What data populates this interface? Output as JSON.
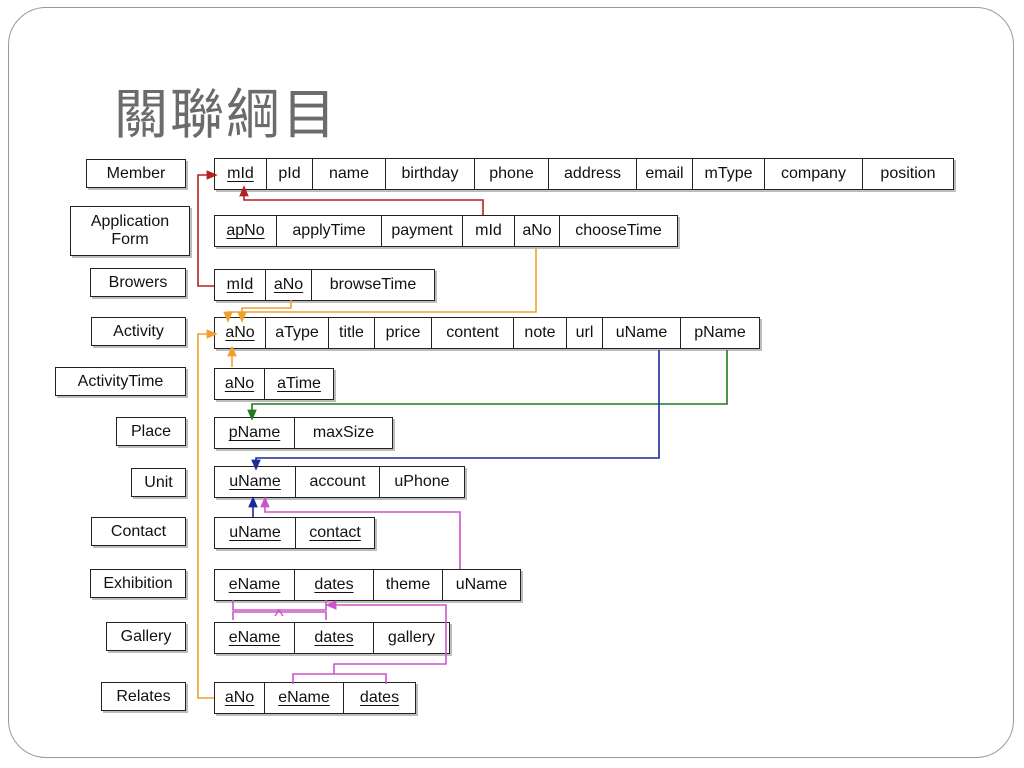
{
  "slide": {
    "title": "關聯綱目"
  },
  "entities": [
    {
      "id": "member",
      "label": "Member"
    },
    {
      "id": "application-form",
      "label": "Application\nForm"
    },
    {
      "id": "browers",
      "label": "Browers"
    },
    {
      "id": "activity",
      "label": "Activity"
    },
    {
      "id": "activitytime",
      "label": "ActivityTime"
    },
    {
      "id": "place",
      "label": "Place"
    },
    {
      "id": "unit",
      "label": "Unit"
    },
    {
      "id": "contact",
      "label": "Contact"
    },
    {
      "id": "exhibition",
      "label": "Exhibition"
    },
    {
      "id": "gallery",
      "label": "Gallery"
    },
    {
      "id": "relates",
      "label": "Relates"
    }
  ],
  "tables": [
    {
      "id": "member",
      "columns": [
        {
          "name": "mId",
          "pk": true
        },
        {
          "name": "pId",
          "pk": false
        },
        {
          "name": "name",
          "pk": false
        },
        {
          "name": "birthday",
          "pk": false
        },
        {
          "name": "phone",
          "pk": false
        },
        {
          "name": "address",
          "pk": false
        },
        {
          "name": "email",
          "pk": false
        },
        {
          "name": "mType",
          "pk": false
        },
        {
          "name": "company",
          "pk": false
        },
        {
          "name": "position",
          "pk": false
        }
      ]
    },
    {
      "id": "application-form",
      "columns": [
        {
          "name": "apNo",
          "pk": true
        },
        {
          "name": "applyTime",
          "pk": false
        },
        {
          "name": "payment",
          "pk": false
        },
        {
          "name": "mId",
          "pk": false
        },
        {
          "name": "aNo",
          "pk": false
        },
        {
          "name": "chooseTime",
          "pk": false
        }
      ]
    },
    {
      "id": "browers",
      "columns": [
        {
          "name": "mId",
          "pk": true
        },
        {
          "name": "aNo",
          "pk": true
        },
        {
          "name": "browseTime",
          "pk": false
        }
      ]
    },
    {
      "id": "activity",
      "columns": [
        {
          "name": "aNo",
          "pk": true
        },
        {
          "name": "aType",
          "pk": false
        },
        {
          "name": "title",
          "pk": false
        },
        {
          "name": "price",
          "pk": false
        },
        {
          "name": "content",
          "pk": false
        },
        {
          "name": "note",
          "pk": false
        },
        {
          "name": "url",
          "pk": false
        },
        {
          "name": "uName",
          "pk": false
        },
        {
          "name": "pName",
          "pk": false
        }
      ]
    },
    {
      "id": "activitytime",
      "columns": [
        {
          "name": "aNo",
          "pk": true
        },
        {
          "name": "aTime",
          "pk": true
        }
      ]
    },
    {
      "id": "place",
      "columns": [
        {
          "name": "pName",
          "pk": true
        },
        {
          "name": "maxSize",
          "pk": false
        }
      ]
    },
    {
      "id": "unit",
      "columns": [
        {
          "name": "uName",
          "pk": true
        },
        {
          "name": "account",
          "pk": false
        },
        {
          "name": "uPhone",
          "pk": false
        }
      ]
    },
    {
      "id": "contact",
      "columns": [
        {
          "name": "uName",
          "pk": true
        },
        {
          "name": "contact",
          "pk": true
        }
      ]
    },
    {
      "id": "exhibition",
      "columns": [
        {
          "name": "eName",
          "pk": true
        },
        {
          "name": "dates",
          "pk": true
        },
        {
          "name": "theme",
          "pk": false
        },
        {
          "name": "uName",
          "pk": false
        }
      ]
    },
    {
      "id": "gallery",
      "columns": [
        {
          "name": "eName",
          "pk": true
        },
        {
          "name": "dates",
          "pk": true
        },
        {
          "name": "gallery",
          "pk": false
        }
      ]
    },
    {
      "id": "relates",
      "columns": [
        {
          "name": "aNo",
          "pk": true
        },
        {
          "name": "eName",
          "pk": true
        },
        {
          "name": "dates",
          "pk": true
        }
      ]
    }
  ],
  "connector_colors": {
    "member_key": "#b22222",
    "activity_key": "#f0a030",
    "place_key": "#1e7b1e",
    "unit_key": "#1a2a9a",
    "exhibition_key": "#cc55cc"
  }
}
